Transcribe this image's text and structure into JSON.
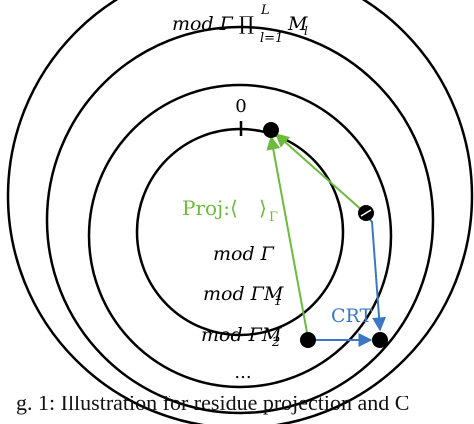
{
  "labels": {
    "outer_mod": "mod Γ ∏",
    "outer_mod_sup": "L",
    "outer_mod_sub": "l=1",
    "outer_mod_m": "M",
    "outer_mod_m_sub": "l",
    "zero": "0",
    "proj_prefix": "Proj:⟨",
    "proj_suffix": "⟩",
    "proj_sub": "Γ",
    "mod_gamma": "mod Γ",
    "mod_gamma_m1": "mod ΓM",
    "mod_gamma_m1_sub": "1",
    "mod_gamma_m2": "mod ΓM",
    "mod_gamma_m2_sub": "2",
    "crt": "CRT",
    "ellipsis": "..."
  },
  "caption": "g. 1: Illustration for residue projection and C",
  "colors": {
    "ring": "#000000",
    "projection_arrow": "#6cbb3c",
    "crt_arrow": "#3a78c4",
    "point": "#000000"
  }
}
